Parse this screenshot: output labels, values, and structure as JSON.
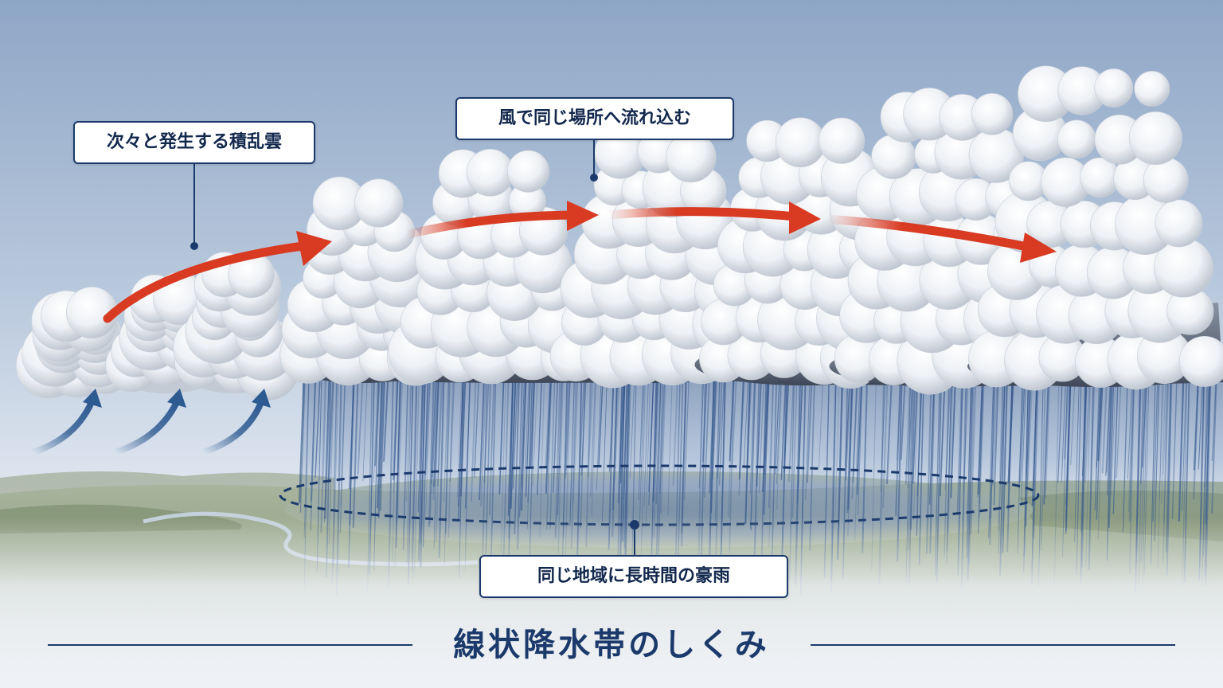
{
  "labels": {
    "left": "次々と発生する積乱雲",
    "mid": "風で同じ場所へ流れ込む",
    "bottom": "同じ地域に長時間の豪雨"
  },
  "title": "線状降水帯のしくみ",
  "colors": {
    "sky_top": "#8da4c4",
    "sky_bottom": "#e9eef5",
    "wind_arrow": "#d93a22",
    "updraft_arrow": "#2e5a92",
    "navy": "#1b3a6b",
    "cloud_base": "#4a5566"
  }
}
